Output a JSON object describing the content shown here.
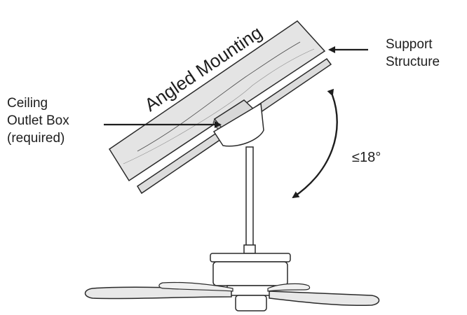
{
  "title": "Angled Mounting",
  "labels": {
    "support_line1": "Support",
    "support_line2": "Structure",
    "outlet_line1": "Ceiling",
    "outlet_line2": "Outlet Box",
    "outlet_line3": "(required)",
    "angle": "≤18°"
  },
  "colors": {
    "stroke": "#2a2a2a",
    "panel_fill": "#e4e4e4",
    "rail_fill": "#dcdcdc",
    "fan_fill": "#ffffff",
    "blade_fill": "#e8e8e8"
  },
  "icons": {
    "arrows": "arrow-icon"
  }
}
